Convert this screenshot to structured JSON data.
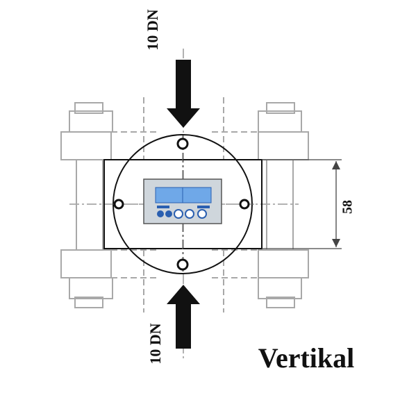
{
  "labels": {
    "top_dn": "10 DN",
    "bottom_dn": "10 DN",
    "dimension": "58",
    "orientation": "Vertikal"
  },
  "colors": {
    "ink": "#111111",
    "ghost": "#a8a8a8",
    "display_bg": "#cfd6dc",
    "lcd_blue": "#6fa8e8",
    "lcd_dark": "#2a5fb0"
  },
  "icons": [
    "arrow-down-icon",
    "arrow-up-icon",
    "lcd-display-icon"
  ]
}
